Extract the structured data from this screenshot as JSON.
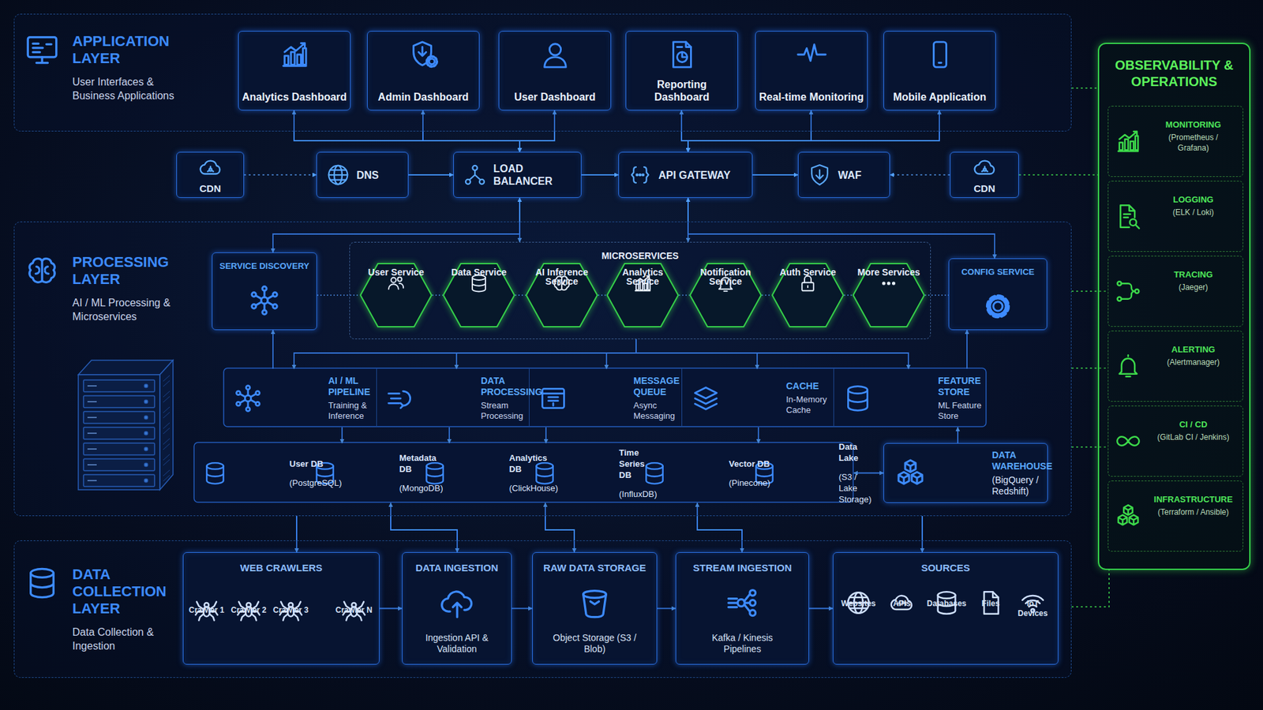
{
  "diagram": {
    "nodes": [
      {
        "text": [
          "APPLICATION LAYER",
          "User Interfaces & Business Applications"
        ]
      },
      {
        "text": [
          "Analytics Dashboard"
        ],
        "in": 0
      },
      {
        "text": [
          "Admin Dashboard"
        ],
        "in": 0
      },
      {
        "text": [
          "User Dashboard"
        ],
        "in": 0
      },
      {
        "text": [
          "Reporting Dashboard"
        ],
        "in": 0
      },
      {
        "text": [
          "Real-time Monitoring"
        ],
        "in": 0
      },
      {
        "text": [
          "Mobile Application"
        ],
        "in": 0
      },
      {
        "text": [
          "CDN"
        ]
      },
      {
        "text": [
          "DNS"
        ]
      },
      {
        "text": [
          "LOAD BALANCER"
        ]
      },
      {
        "text": [
          "API GATEWAY"
        ]
      },
      {
        "text": [
          "WAF"
        ]
      },
      {
        "text": [
          "CDN"
        ]
      },
      {
        "text": [
          "PROCESSING LAYER",
          "AI / ML Processing & Microservices"
        ]
      },
      {
        "text": [
          "SERVICE DISCOVERY"
        ],
        "in": 13
      },
      {
        "text": [
          "MICROSERVICES"
        ],
        "in": 13
      },
      {
        "text": [
          "User Service"
        ],
        "in": 15
      },
      {
        "text": [
          "Data Service"
        ],
        "in": 15
      },
      {
        "text": [
          "AI Inference Service"
        ],
        "in": 15
      },
      {
        "text": [
          "Analytics Service"
        ],
        "in": 15
      },
      {
        "text": [
          "Notification Service"
        ],
        "in": 15
      },
      {
        "text": [
          "Auth Service"
        ],
        "in": 15
      },
      {
        "text": [
          "More Services"
        ],
        "in": 15
      },
      {
        "text": [
          "CONFIG SERVICE"
        ],
        "in": 13
      },
      {
        "text": [
          "AI / ML PIPELINE",
          "Training & Inference"
        ],
        "in": 13
      },
      {
        "text": [
          "DATA PROCESSING",
          "Stream Processing"
        ],
        "in": 13
      },
      {
        "text": [
          "MESSAGE QUEUE",
          "Async Messaging"
        ],
        "in": 13
      },
      {
        "text": [
          "CACHE",
          "In-Memory Cache"
        ],
        "in": 13
      },
      {
        "text": [
          "FEATURE STORE",
          "ML Feature Store"
        ],
        "in": 13
      },
      {
        "text": [
          "User DB",
          "(PostgreSQL)"
        ],
        "in": 13
      },
      {
        "text": [
          "Metadata DB",
          "(MongoDB)"
        ],
        "in": 13
      },
      {
        "text": [
          "Analytics DB",
          "(ClickHouse)"
        ],
        "in": 13
      },
      {
        "text": [
          "Time Series DB",
          "(InfluxDB)"
        ],
        "in": 13
      },
      {
        "text": [
          "Vector DB",
          "(Pinecone)"
        ],
        "in": 13
      },
      {
        "text": [
          "Data Lake",
          "(S3 / Lake Storage)"
        ],
        "in": 13
      },
      {
        "text": [
          "DATA WAREHOUSE",
          "(BigQuery / Redshift)"
        ],
        "in": 13
      },
      {
        "text": [
          "DATA COLLECTION LAYER",
          "Data Collection & Ingestion"
        ]
      },
      {
        "text": [
          "WEB CRAWLERS"
        ],
        "in": 36
      },
      {
        "text": [
          "Crawler 1"
        ],
        "in": 37
      },
      {
        "text": [
          "Crawler 2"
        ],
        "in": 37
      },
      {
        "text": [
          "Crawler 3"
        ],
        "in": 37
      },
      {
        "text": [
          "Crawler N"
        ],
        "in": 37
      },
      {
        "text": [
          "DATA INGESTION",
          "Ingestion API & Validation"
        ],
        "in": 36
      },
      {
        "text": [
          "RAW DATA STORAGE",
          "Object Storage (S3 / Blob)"
        ],
        "in": 36
      },
      {
        "text": [
          "STREAM INGESTION",
          "Kafka / Kinesis Pipelines"
        ],
        "in": 36
      },
      {
        "text": [
          "SOURCES"
        ],
        "in": 36
      },
      {
        "text": [
          "Websites"
        ],
        "in": 45
      },
      {
        "text": [
          "APIs"
        ],
        "in": 45
      },
      {
        "text": [
          "Databases"
        ],
        "in": 45
      },
      {
        "text": [
          "Files"
        ],
        "in": 45
      },
      {
        "text": [
          "IoT Devices"
        ],
        "in": 45
      },
      {
        "text": [
          "OBSERVABILITY & OPERATIONS"
        ]
      },
      {
        "text": [
          "MONITORING",
          "(Prometheus / Grafana)"
        ],
        "in": 51
      },
      {
        "text": [
          "LOGGING",
          "(ELK / Loki)"
        ],
        "in": 51
      },
      {
        "text": [
          "TRACING",
          "(Jaeger)"
        ],
        "in": 51
      },
      {
        "text": [
          "ALERTING",
          "(Alertmanager)"
        ],
        "in": 51
      },
      {
        "text": [
          "CI / CD",
          "(GitLab CI / Jenkins)"
        ],
        "in": 51
      },
      {
        "text": [
          "INFRASTRUCTURE",
          "(Terraform / Ansible)"
        ],
        "in": 51
      }
    ],
    "edges": [
      {
        "from": 9,
        "to": 1,
        "arrow": "both"
      },
      {
        "from": 9,
        "to": 2,
        "arrow": "both"
      },
      {
        "from": 9,
        "to": 3,
        "arrow": "both"
      },
      {
        "from": 10,
        "to": 4,
        "arrow": "both"
      },
      {
        "from": 10,
        "to": 5,
        "arrow": "both"
      },
      {
        "from": 10,
        "to": 6,
        "arrow": "both"
      },
      {
        "from": 7,
        "to": 8,
        "arrow": "to"
      },
      {
        "from": 8,
        "to": 9,
        "arrow": "to"
      },
      {
        "from": 9,
        "to": 10,
        "arrow": "to"
      },
      {
        "from": 10,
        "to": 11,
        "arrow": "to"
      },
      {
        "from": 12,
        "to": 11,
        "arrow": "to"
      },
      {
        "from": 9,
        "to": 14,
        "arrow": "to"
      },
      {
        "from": 10,
        "to": 23,
        "arrow": "to"
      },
      {
        "from": 9,
        "to": 15,
        "arrow": "both"
      },
      {
        "from": 10,
        "to": 15,
        "arrow": "both"
      },
      {
        "from": 14,
        "to": 16,
        "arrow": "none"
      },
      {
        "from": 16,
        "to": 17,
        "arrow": "none"
      },
      {
        "from": 17,
        "to": 18,
        "arrow": "none"
      },
      {
        "from": 18,
        "to": 19,
        "arrow": "none"
      },
      {
        "from": 19,
        "to": 20,
        "arrow": "none"
      },
      {
        "from": 20,
        "to": 21,
        "arrow": "none"
      },
      {
        "from": 21,
        "to": 22,
        "arrow": "none"
      },
      {
        "from": 22,
        "to": 23,
        "arrow": "none"
      },
      {
        "from": 15,
        "to": 24,
        "arrow": "to"
      },
      {
        "from": 15,
        "to": 25,
        "arrow": "to"
      },
      {
        "from": 15,
        "to": 26,
        "arrow": "to"
      },
      {
        "from": 15,
        "to": 27,
        "arrow": "to"
      },
      {
        "from": 15,
        "to": 28,
        "arrow": "to"
      },
      {
        "from": 24,
        "to": 14,
        "arrow": "to"
      },
      {
        "from": 28,
        "to": 23,
        "arrow": "to"
      },
      {
        "from": 24,
        "to": 30,
        "arrow": "to"
      },
      {
        "from": 25,
        "to": 31,
        "arrow": "to"
      },
      {
        "from": 26,
        "to": 32,
        "arrow": "to"
      },
      {
        "from": 27,
        "to": 34,
        "arrow": "to"
      },
      {
        "from": 35,
        "to": 28,
        "arrow": "to"
      },
      {
        "from": 34,
        "to": 35,
        "arrow": "both"
      },
      {
        "from": 42,
        "to": 30,
        "arrow": "both"
      },
      {
        "from": 43,
        "to": 32,
        "arrow": "both"
      },
      {
        "from": 44,
        "to": 33,
        "arrow": "both"
      },
      {
        "from": 13,
        "to": 37,
        "arrow": "to"
      },
      {
        "from": 13,
        "to": 45,
        "arrow": "to"
      },
      {
        "from": 37,
        "to": 42,
        "arrow": "to"
      },
      {
        "from": 42,
        "to": 43,
        "arrow": "to"
      },
      {
        "from": 43,
        "to": 44,
        "arrow": "to"
      },
      {
        "from": 44,
        "to": 45,
        "arrow": "to"
      },
      {
        "from": 0,
        "to": 51,
        "arrow": "none"
      },
      {
        "from": 12,
        "to": 51,
        "arrow": "none"
      },
      {
        "from": 13,
        "to": 54,
        "arrow": "none"
      },
      {
        "from": 13,
        "to": 55,
        "arrow": "none"
      },
      {
        "from": 13,
        "to": 56,
        "arrow": "none"
      },
      {
        "from": 36,
        "to": 51,
        "arrow": "none"
      }
    ],
    "labels": [
      "API"
    ]
  }
}
